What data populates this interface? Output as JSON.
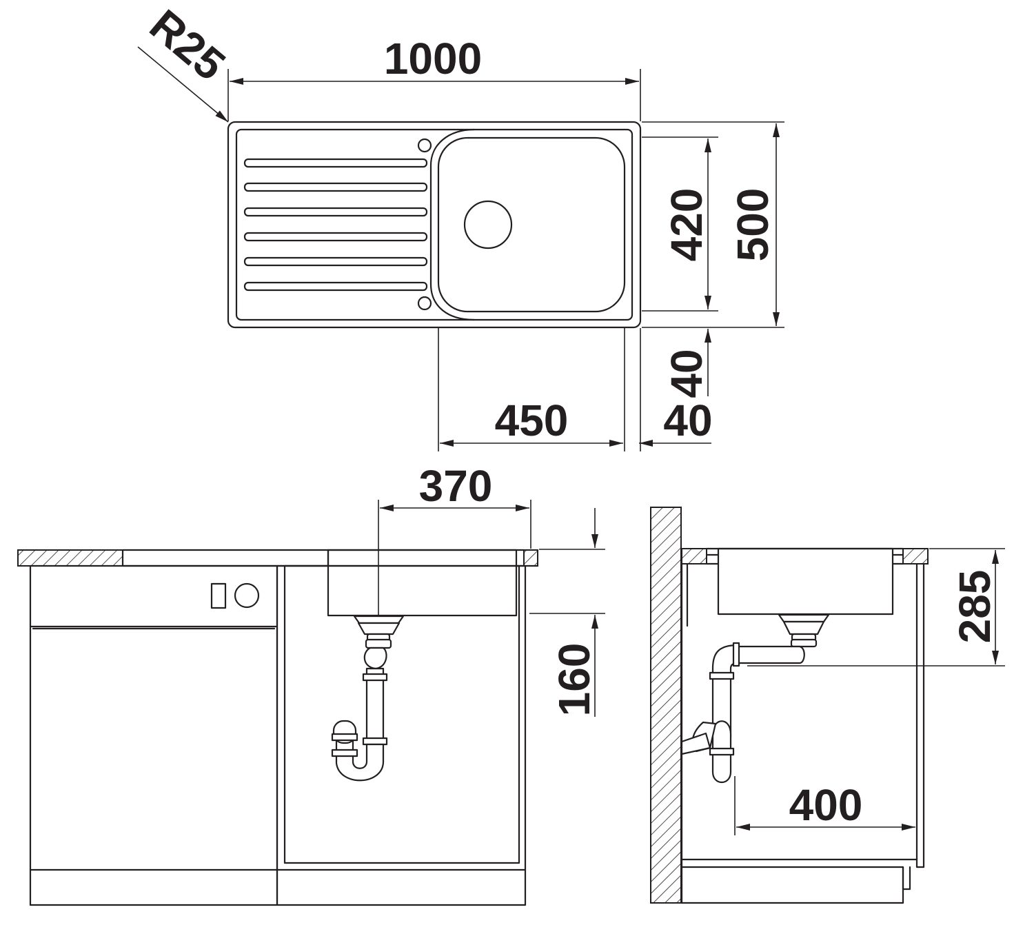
{
  "drawing": {
    "dimensions": {
      "corner_radius": "R25",
      "overall_width": "1000",
      "overall_depth": "500",
      "bowl_depth": "420",
      "bowl_width": "450",
      "rim_right": "40",
      "rim_front": "40",
      "drain_offset": "370",
      "bowl_height": "160",
      "side_drain_height": "285",
      "wall_distance": "400"
    }
  }
}
